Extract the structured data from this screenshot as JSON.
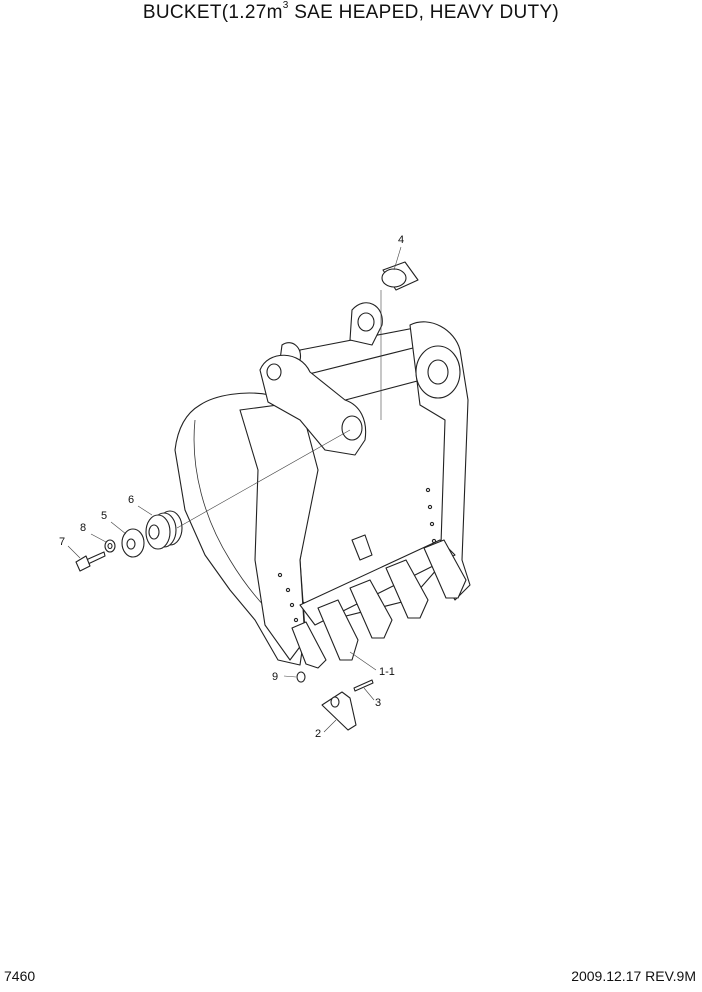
{
  "title": {
    "prefix": "BUCKET(1.27m",
    "superscript": "3",
    "suffix": " SAE HEAPED, HEAVY DUTY)"
  },
  "footer": {
    "page_number": "7460",
    "date_rev": "2009.12.17  REV.9M"
  },
  "callouts": {
    "c4": "4",
    "c6": "6",
    "c5": "5",
    "c8": "8",
    "c7": "7",
    "c9": "9",
    "c1_1": "1-1",
    "c3": "3",
    "c2": "2"
  }
}
